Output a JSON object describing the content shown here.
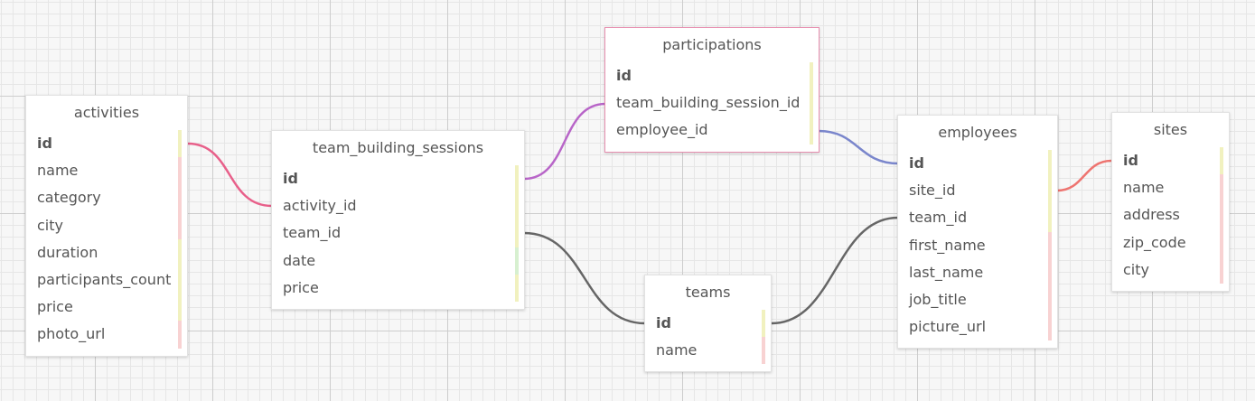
{
  "tables": {
    "activities": {
      "title": "activities",
      "fields": [
        {
          "name": "id",
          "pk": true,
          "bar": "y"
        },
        {
          "name": "name",
          "bar": "p"
        },
        {
          "name": "category",
          "bar": "p"
        },
        {
          "name": "city",
          "bar": "p"
        },
        {
          "name": "duration",
          "bar": "y"
        },
        {
          "name": "participants_count",
          "bar": "y"
        },
        {
          "name": "price",
          "bar": "y"
        },
        {
          "name": "photo_url",
          "bar": "p"
        }
      ]
    },
    "team_building_sessions": {
      "title": "team_building_sessions",
      "fields": [
        {
          "name": "id",
          "pk": true,
          "bar": "y"
        },
        {
          "name": "activity_id",
          "bar": "y"
        },
        {
          "name": "team_id",
          "bar": "y"
        },
        {
          "name": "date",
          "bar": "g"
        },
        {
          "name": "price",
          "bar": "y"
        }
      ]
    },
    "participations": {
      "title": "participations",
      "fields": [
        {
          "name": "id",
          "pk": true,
          "bar": "y"
        },
        {
          "name": "team_building_session_id",
          "bar": "y"
        },
        {
          "name": "employee_id",
          "bar": "y"
        }
      ]
    },
    "teams": {
      "title": "teams",
      "fields": [
        {
          "name": "id",
          "pk": true,
          "bar": "y"
        },
        {
          "name": "name",
          "bar": "p"
        }
      ]
    },
    "employees": {
      "title": "employees",
      "fields": [
        {
          "name": "id",
          "pk": true,
          "bar": "y"
        },
        {
          "name": "site_id",
          "bar": "y"
        },
        {
          "name": "team_id",
          "bar": "y"
        },
        {
          "name": "first_name",
          "bar": "p"
        },
        {
          "name": "last_name",
          "bar": "p"
        },
        {
          "name": "job_title",
          "bar": "p"
        },
        {
          "name": "picture_url",
          "bar": "p"
        }
      ]
    },
    "sites": {
      "title": "sites",
      "fields": [
        {
          "name": "id",
          "pk": true,
          "bar": "y"
        },
        {
          "name": "name",
          "bar": "p"
        },
        {
          "name": "address",
          "bar": "p"
        },
        {
          "name": "zip_code",
          "bar": "p"
        },
        {
          "name": "city",
          "bar": "p"
        }
      ]
    }
  },
  "relations": [
    {
      "from": "activities.id",
      "to": "team_building_sessions.activity_id",
      "color": "#e8608a"
    },
    {
      "from": "team_building_sessions.id",
      "to": "participations.team_building_session_id",
      "color": "#b865c8"
    },
    {
      "from": "participations.employee_id",
      "to": "employees.id",
      "color": "#7a86cc"
    },
    {
      "from": "team_building_sessions.team_id",
      "to": "teams.id",
      "color": "#666666"
    },
    {
      "from": "teams.id",
      "to": "employees.team_id",
      "color": "#666666"
    },
    {
      "from": "employees.site_id",
      "to": "sites.id",
      "color": "#ee7470"
    }
  ]
}
